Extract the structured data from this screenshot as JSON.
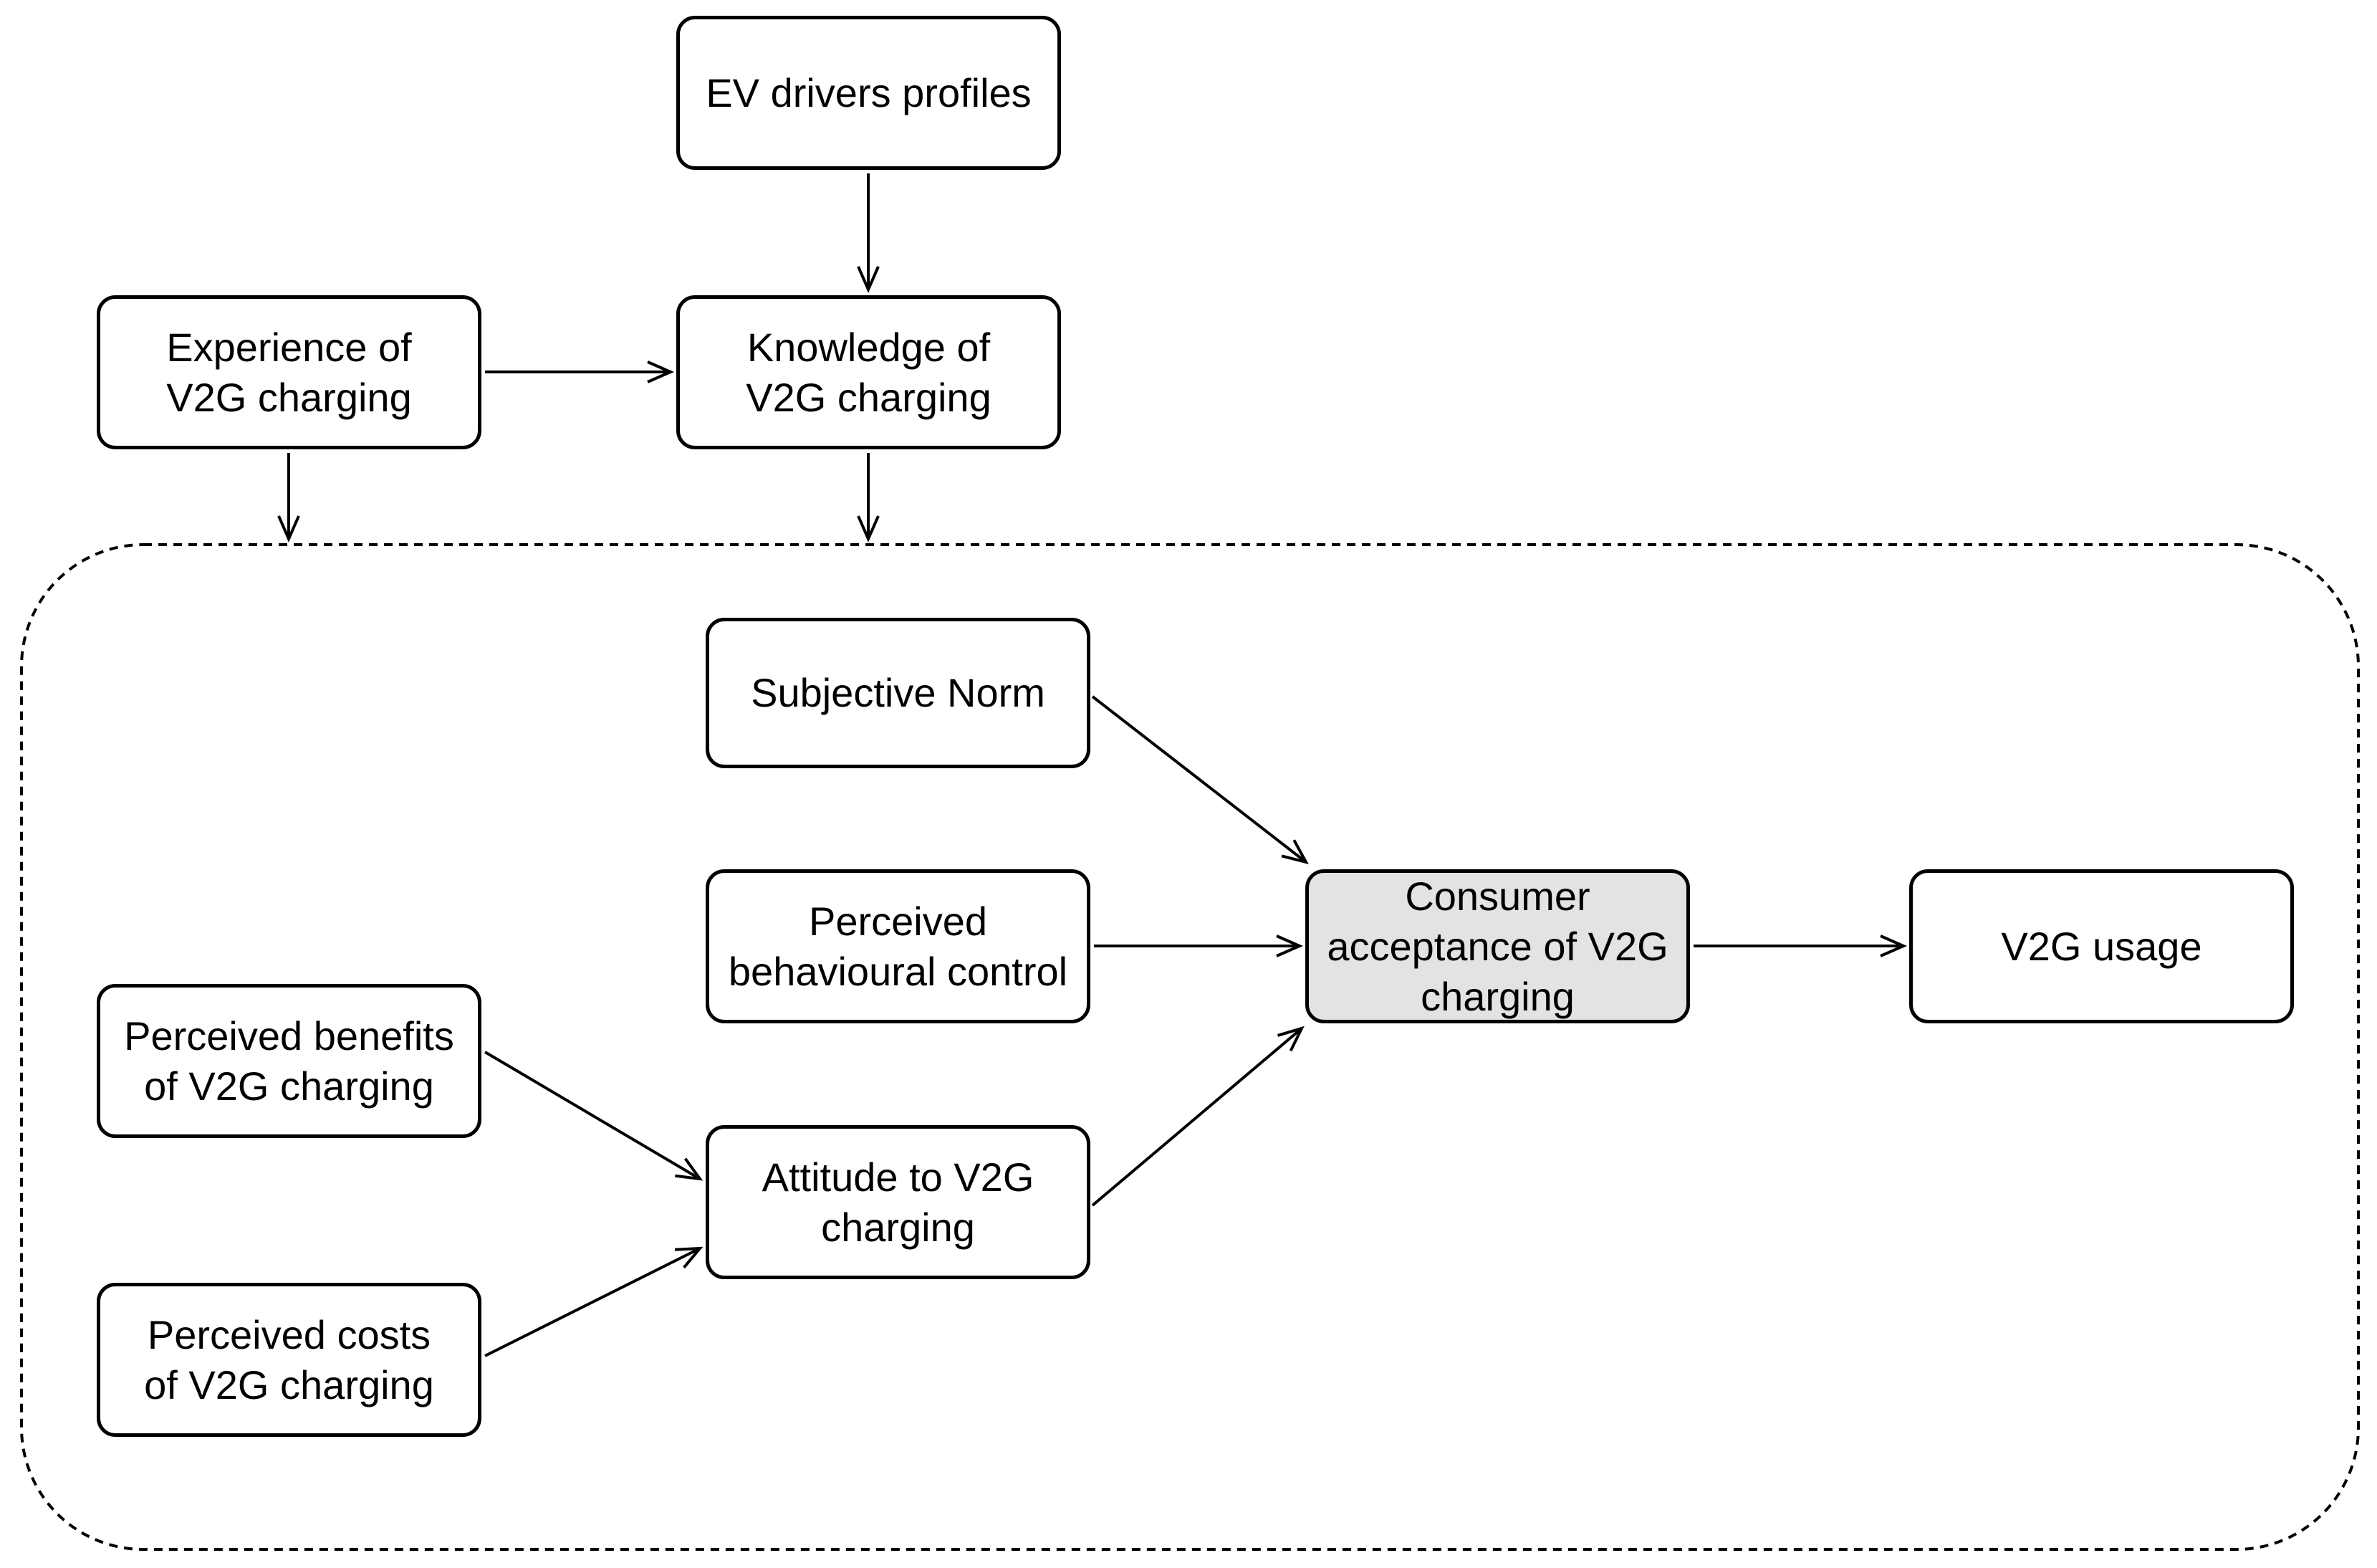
{
  "diagram": {
    "nodes": {
      "ev": {
        "label": "EV drivers profiles"
      },
      "experience": {
        "label": "Experience of\nV2G charging"
      },
      "knowledge": {
        "label": "Knowledge of\nV2G charging"
      },
      "subjective_norm": {
        "label": "Subjective Norm"
      },
      "pbc": {
        "label": "Perceived\nbehavioural control"
      },
      "benefits": {
        "label": "Perceived benefits\nof V2G charging"
      },
      "attitude": {
        "label": "Attitude to V2G\ncharging"
      },
      "costs": {
        "label": "Perceived costs\nof V2G charging"
      },
      "acceptance": {
        "label": "Consumer\nacceptance of V2G\ncharging"
      },
      "usage": {
        "label": "V2G usage"
      }
    },
    "colors": {
      "background": "#ffffff",
      "box_fill": "#ffffff",
      "highlight_fill": "#e3e3e3",
      "stroke": "#000000"
    },
    "boundary_style": "dashed-rounded-rectangle"
  }
}
